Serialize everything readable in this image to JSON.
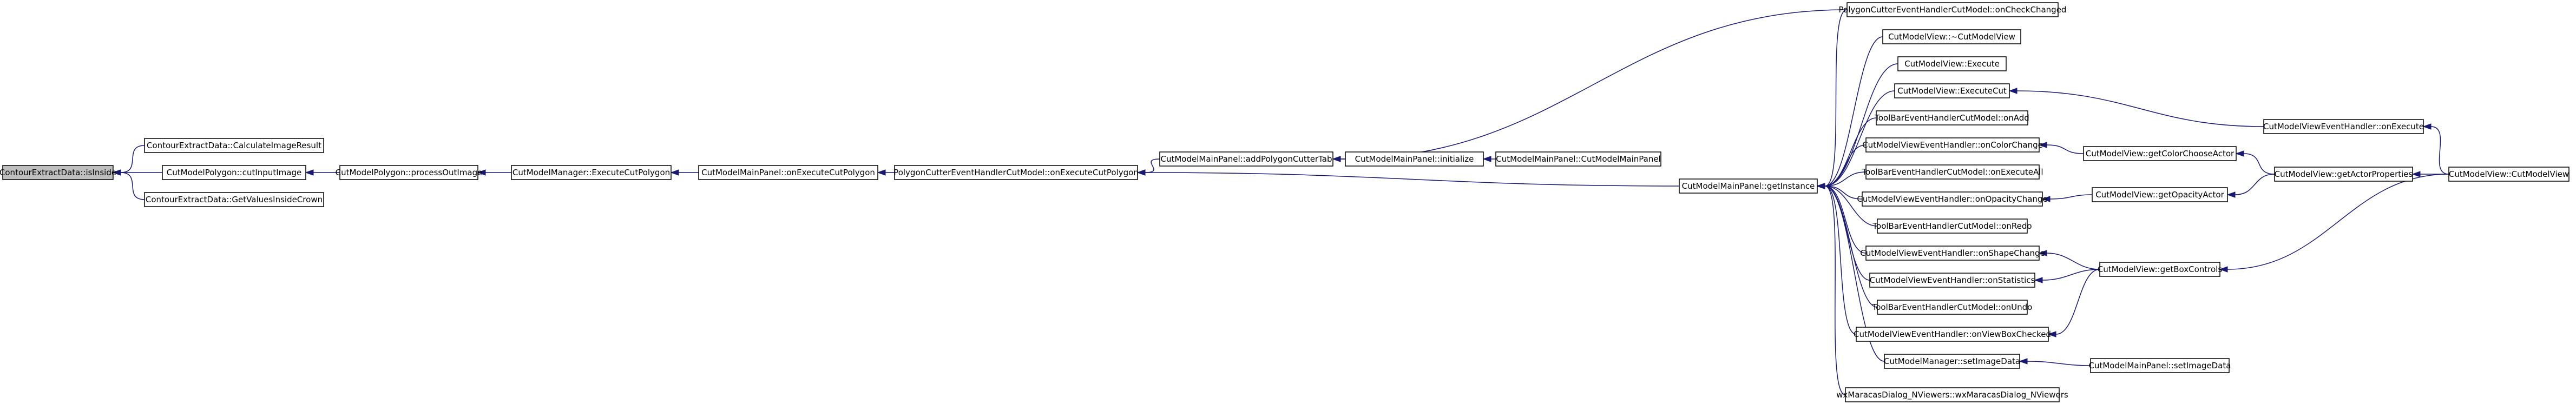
{
  "diagram": {
    "nodes": [
      {
        "id": "n0",
        "label": "ContourExtractData::isInside"
      },
      {
        "id": "n1",
        "label": "ContourExtractData::CalculateImageResult"
      },
      {
        "id": "n2",
        "label": "CutModelPolygon::cutInputImage"
      },
      {
        "id": "n3",
        "label": "ContourExtractData::GetValuesInsideCrown"
      },
      {
        "id": "n4",
        "label": "CutModelPolygon::processOutImage"
      },
      {
        "id": "n5",
        "label": "CutModelManager::ExecuteCutPolygon"
      },
      {
        "id": "n6",
        "label": "CutModelMainPanel::onExecuteCutPolygon"
      },
      {
        "id": "n7",
        "label": "PolygonCutterEventHandlerCutModel::onExecuteCutPolygon"
      },
      {
        "id": "n8",
        "label": "CutModelMainPanel::addPolygonCutterTab"
      },
      {
        "id": "n9",
        "label": "CutModelMainPanel::getInstance"
      },
      {
        "id": "n10",
        "label": "CutModelMainPanel::initialize"
      },
      {
        "id": "n11",
        "label": "PolygonCutterEventHandlerCutModel::onCheckChanged"
      },
      {
        "id": "n12",
        "label": "CutModelMainPanel::CutModelMainPanel"
      },
      {
        "id": "n13",
        "label": "CutModelView::~CutModelView"
      },
      {
        "id": "n14",
        "label": "CutModelView::Execute"
      },
      {
        "id": "n15",
        "label": "CutModelView::ExecuteCut"
      },
      {
        "id": "n16",
        "label": "ToolBarEventHandlerCutModel::onAdd"
      },
      {
        "id": "n17",
        "label": "CutModelViewEventHandler::onColorChange"
      },
      {
        "id": "n18",
        "label": "ToolBarEventHandlerCutModel::onExecuteAll"
      },
      {
        "id": "n19",
        "label": "CutModelViewEventHandler::onOpacityChange"
      },
      {
        "id": "n20",
        "label": "ToolBarEventHandlerCutModel::onRedo"
      },
      {
        "id": "n21",
        "label": "CutModelViewEventHandler::onShapeChange"
      },
      {
        "id": "n22",
        "label": "CutModelViewEventHandler::onStatistics"
      },
      {
        "id": "n23",
        "label": "ToolBarEventHandlerCutModel::onUndo"
      },
      {
        "id": "n24",
        "label": "CutModelViewEventHandler::onViewBoxChecked"
      },
      {
        "id": "n25",
        "label": "CutModelManager::setImageData"
      },
      {
        "id": "n26",
        "label": "wxMaracasDialog_NViewers::wxMaracasDialog_NViewers"
      },
      {
        "id": "n27",
        "label": "CutModelViewEventHandler::onExecute"
      },
      {
        "id": "n28",
        "label": "CutModelView::getColorChooseActor"
      },
      {
        "id": "n29",
        "label": "CutModelView::getActorProperties"
      },
      {
        "id": "n30",
        "label": "CutModelView::getOpacityActor"
      },
      {
        "id": "n31",
        "label": "CutModelView::getBoxControls"
      },
      {
        "id": "n32",
        "label": "CutModelMainPanel::setImageData"
      },
      {
        "id": "n33",
        "label": "CutModelView::CutModelView"
      }
    ],
    "edges": [
      {
        "from": "n1",
        "to": "n0"
      },
      {
        "from": "n2",
        "to": "n0"
      },
      {
        "from": "n3",
        "to": "n0"
      },
      {
        "from": "n4",
        "to": "n2"
      },
      {
        "from": "n5",
        "to": "n4"
      },
      {
        "from": "n6",
        "to": "n5"
      },
      {
        "from": "n7",
        "to": "n6"
      },
      {
        "from": "n8",
        "to": "n7"
      },
      {
        "from": "n9",
        "to": "n7"
      },
      {
        "from": "n10",
        "to": "n8"
      },
      {
        "from": "n11",
        "to": "n8"
      },
      {
        "from": "n12",
        "to": "n10"
      },
      {
        "from": "n11",
        "to": "n9"
      },
      {
        "from": "n13",
        "to": "n9"
      },
      {
        "from": "n14",
        "to": "n9"
      },
      {
        "from": "n15",
        "to": "n9"
      },
      {
        "from": "n16",
        "to": "n9"
      },
      {
        "from": "n17",
        "to": "n9"
      },
      {
        "from": "n18",
        "to": "n9"
      },
      {
        "from": "n19",
        "to": "n9"
      },
      {
        "from": "n20",
        "to": "n9"
      },
      {
        "from": "n21",
        "to": "n9"
      },
      {
        "from": "n22",
        "to": "n9"
      },
      {
        "from": "n23",
        "to": "n9"
      },
      {
        "from": "n24",
        "to": "n9"
      },
      {
        "from": "n25",
        "to": "n9"
      },
      {
        "from": "n26",
        "to": "n9"
      },
      {
        "from": "n27",
        "to": "n15"
      },
      {
        "from": "n28",
        "to": "n17"
      },
      {
        "from": "n30",
        "to": "n19"
      },
      {
        "from": "n31",
        "to": "n21"
      },
      {
        "from": "n31",
        "to": "n22"
      },
      {
        "from": "n31",
        "to": "n24"
      },
      {
        "from": "n32",
        "to": "n25"
      },
      {
        "from": "n29",
        "to": "n28"
      },
      {
        "from": "n29",
        "to": "n30"
      },
      {
        "from": "n33",
        "to": "n27"
      },
      {
        "from": "n33",
        "to": "n29"
      },
      {
        "from": "n33",
        "to": "n31"
      }
    ],
    "colors": {
      "edge": "#191970",
      "node_border": "#000000",
      "node_fill": "#ffffff",
      "root_fill": "#bfbfbf"
    }
  }
}
